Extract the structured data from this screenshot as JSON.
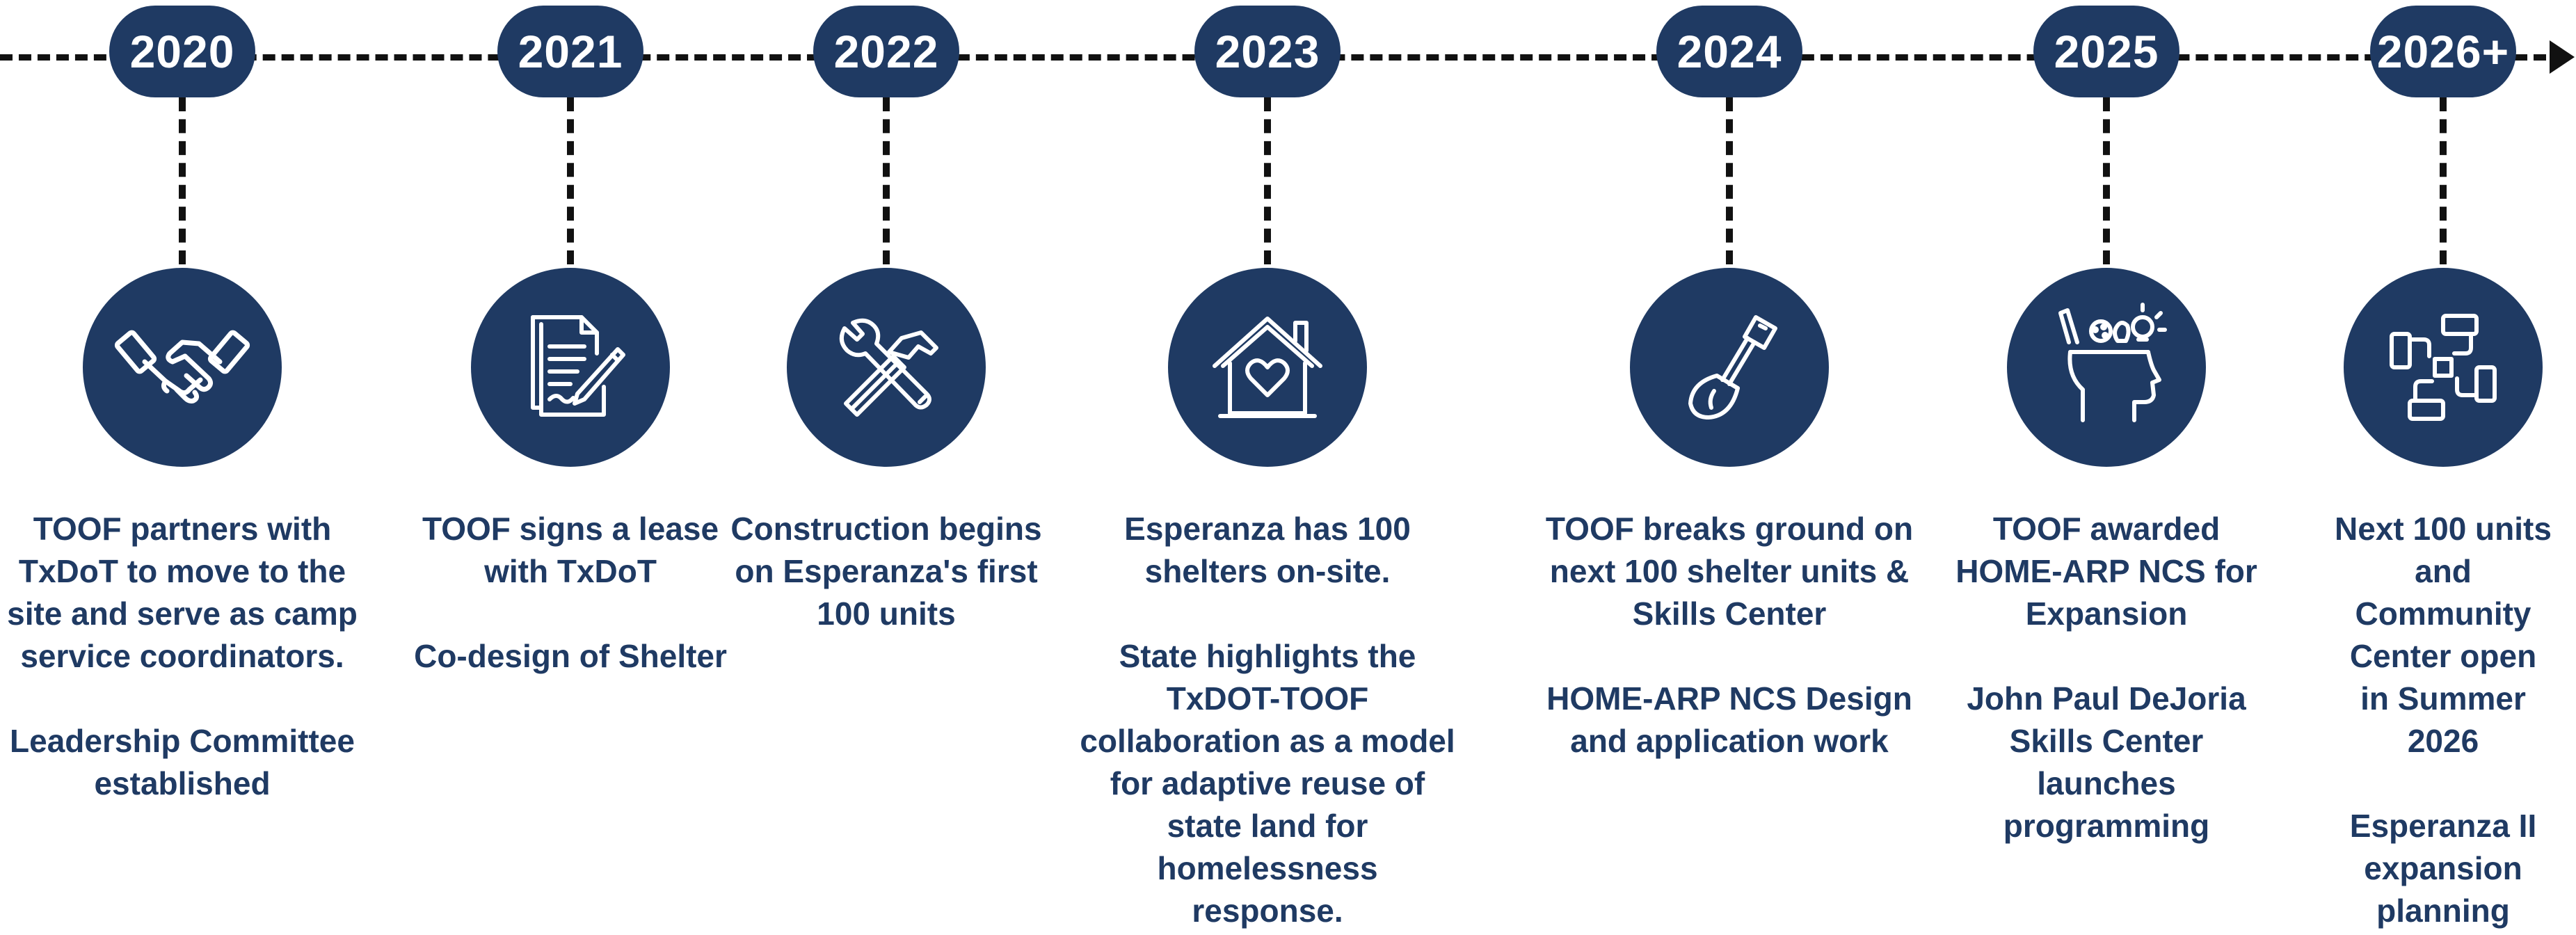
{
  "milestones": [
    {
      "year": "2020",
      "icon": "handshake-icon",
      "text": [
        "TOOF partners with TxDoT to move to the site and serve as camp service coordinators.",
        "Leadership Committee established"
      ]
    },
    {
      "year": "2021",
      "icon": "document-signing-icon",
      "text": [
        "TOOF signs a lease with TxDoT",
        "Co-design of Shelter"
      ]
    },
    {
      "year": "2022",
      "icon": "tools-icon",
      "text": [
        "Construction begins on Esperanza's first 100 units"
      ]
    },
    {
      "year": "2023",
      "icon": "house-heart-icon",
      "text": [
        "Esperanza has 100 shelters on-site.",
        "State highlights the TxDOT-TOOF collaboration as a model for adaptive reuse of state land for homelessness response."
      ]
    },
    {
      "year": "2024",
      "icon": "shovel-icon",
      "text": [
        "TOOF breaks ground on next 100 shelter units & Skills Center",
        "HOME-ARP NCS Design and application work"
      ]
    },
    {
      "year": "2025",
      "icon": "head-ideas-icon",
      "text": [
        "TOOF awarded HOME-ARP NCS for Expansion",
        "John Paul DeJoria Skills Center launches programming"
      ]
    },
    {
      "year": "2026+",
      "icon": "community-hands-icon",
      "text": [
        "Next 100 units and Community Center open in Summer 2026",
        "Esperanza II expansion planning"
      ]
    }
  ],
  "colors": {
    "navy": "#1f3a63",
    "line": "#111111",
    "white": "#ffffff"
  }
}
